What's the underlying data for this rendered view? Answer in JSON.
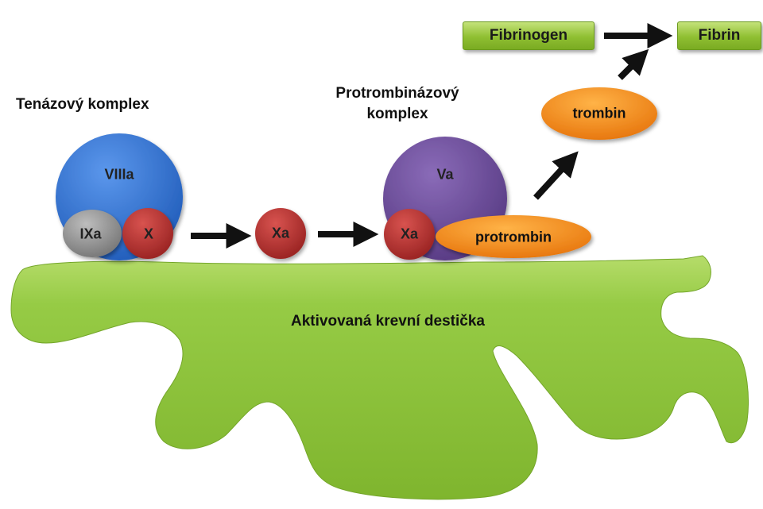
{
  "headings": {
    "tenase": "Tenázový komplex",
    "prothrombinase_line1": "Protrombinázový",
    "prothrombinase_line2": "komplex"
  },
  "molecules": {
    "viiia": "VIIIa",
    "ixa": "IXa",
    "x": "X",
    "xa_free": "Xa",
    "va": "Va",
    "xa_bound": "Xa",
    "protrombin": "protrombin",
    "trombin": "trombin"
  },
  "products": {
    "fibrinogen": "Fibrinogen",
    "fibrin": "Fibrin"
  },
  "platelet": {
    "label": "Aktivovaná krevní destička"
  },
  "colors": {
    "blue": "#2f6fd0",
    "gray": "#8c8c8c",
    "red": "#b8312f",
    "purple": "#6b4b9a",
    "orange": "#f0861a",
    "green": "#8cc63f"
  }
}
